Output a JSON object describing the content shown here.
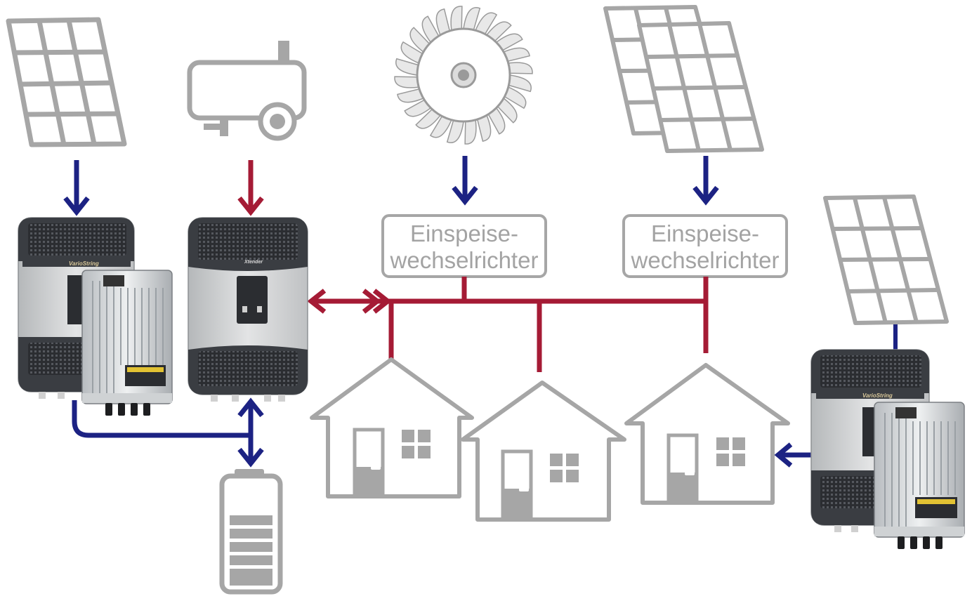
{
  "labels": {
    "grid_inverter_1": [
      "Einspeise-",
      "wechselrichter"
    ],
    "grid_inverter_2": [
      "Einspeise-",
      "wechselrichter"
    ]
  },
  "device_badges": {
    "variostring_1": "VarioString",
    "xtender": "Xtender",
    "variostring_2": "VarioString"
  },
  "colors": {
    "dc_flow": "#1c2283",
    "ac_flow": "#a51b35",
    "outline_gray": "#a6a6a6",
    "device_dark": "#3a3d42",
    "device_body": "#c9cbcc"
  }
}
